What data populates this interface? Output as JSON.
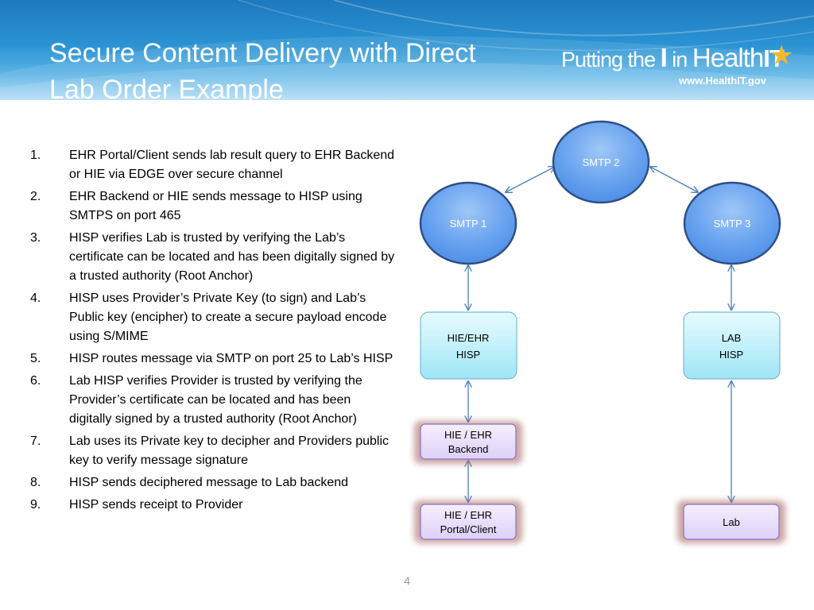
{
  "slide": {
    "title_line1": "Secure Content Delivery with Direct",
    "title_line2": "Lab Order Example",
    "page_number": "4"
  },
  "logo": {
    "part1": "Putting the ",
    "part2": "I",
    "part3": " in ",
    "part4": "Health",
    "part5": "IT",
    "url": "www.HealthIT.gov"
  },
  "steps": [
    {
      "num": "1.",
      "text": "EHR Portal/Client sends lab result query to  EHR Backend or HIE via EDGE over secure channel"
    },
    {
      "num": "2.",
      "text": "EHR Backend or HIE sends message to HISP using SMTPS  on port 465"
    },
    {
      "num": "3.",
      "text": "HISP verifies Lab is trusted by verifying the Lab’s certificate can be located and has been digitally signed by a trusted authority (Root Anchor)"
    },
    {
      "num": "4.",
      "text": "HISP uses Provider’s Private Key (to sign) and Lab’s Public key (encipher) to create a secure payload encode using S/MIME"
    },
    {
      "num": "5.",
      "text": "HISP routes message via SMTP on port 25 to Lab’s HISP"
    },
    {
      "num": "6.",
      "text": "Lab HISP verifies Provider is trusted by verifying the Provider’s certificate can be located and has been digitally signed by a trusted authority (Root Anchor)"
    },
    {
      "num": "7.",
      "text": "Lab uses its Private key to decipher and Providers public key to verify message signature"
    },
    {
      "num": "8.",
      "text": "HISP sends deciphered message to Lab backend"
    },
    {
      "num": "9.",
      "text": "HISP sends receipt to Provider"
    }
  ],
  "diagram": {
    "smtp2": "SMTP 2",
    "smtp1": "SMTP 1",
    "smtp3": "SMTP 3",
    "hie_ehr_hisp_line1": "HIE/EHR",
    "hie_ehr_hisp_line2": "HISP",
    "lab_hisp_line1": "LAB",
    "lab_hisp_line2": "HISP",
    "backend_line1": "HIE / EHR",
    "backend_line2": "Backend",
    "portal_line1": "HIE / EHR",
    "portal_line2": "Portal/Client",
    "lab": "Lab"
  }
}
